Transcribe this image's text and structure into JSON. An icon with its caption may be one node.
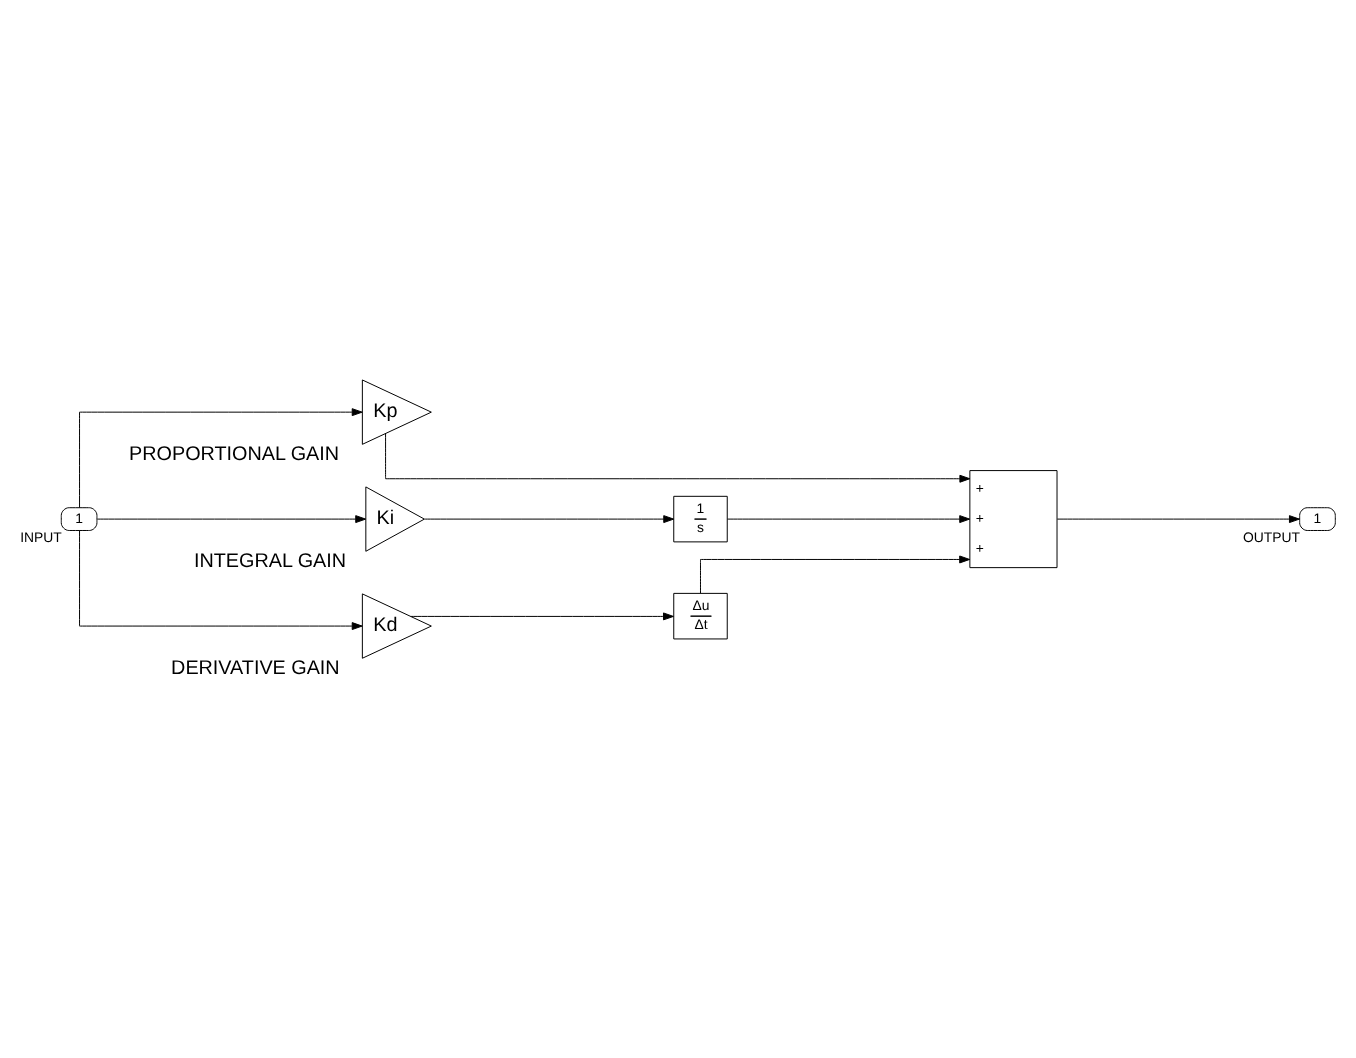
{
  "diagram": {
    "nodes": [
      {
        "text": [
          "1"
        ],
        "beside": [
          "INPUT"
        ]
      },
      {
        "text": [
          "Kp"
        ],
        "beside": [
          "PROPORTIONAL GAIN"
        ]
      },
      {
        "text": [
          "Ki"
        ],
        "beside": [
          "INTEGRAL GAIN"
        ]
      },
      {
        "text": [
          "Kd"
        ],
        "beside": [
          "DERIVATIVE GAIN"
        ]
      },
      {
        "text": [
          "1",
          "s"
        ]
      },
      {
        "text": [
          "Δu",
          "Δt"
        ]
      },
      {
        "text": [
          "+",
          "+",
          "+"
        ]
      },
      {
        "text": [
          "1"
        ],
        "beside": [
          "OUTPUT"
        ]
      }
    ],
    "edges": [
      {
        "from": 0,
        "to": 1,
        "arrow": "to"
      },
      {
        "from": 0,
        "to": 2,
        "arrow": "to"
      },
      {
        "from": 0,
        "to": 3,
        "arrow": "to"
      },
      {
        "from": 1,
        "to": 6,
        "arrow": "to"
      },
      {
        "from": 2,
        "to": 4,
        "arrow": "to"
      },
      {
        "from": 4,
        "to": 6,
        "arrow": "to"
      },
      {
        "from": 3,
        "to": 5,
        "arrow": "to"
      },
      {
        "from": 5,
        "to": 6,
        "arrow": "to"
      },
      {
        "from": 6,
        "to": 7,
        "arrow": "to"
      }
    ]
  }
}
